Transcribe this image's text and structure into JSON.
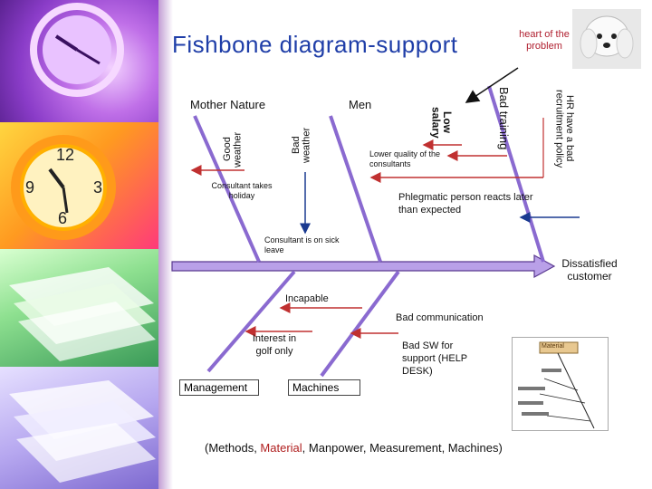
{
  "title": "Fishbone diagram-support",
  "head": "Dissatisfied customer",
  "heart_label": "heart of the problem",
  "categories": {
    "mother_nature": "Mother Nature",
    "men": "Men",
    "management": "Management",
    "machines": "Machines"
  },
  "causes": {
    "good_weather": "Good weather",
    "bad_weather": "Bad weather",
    "low_salary": "Low salary",
    "bad_training": "Bad training",
    "hr_policy": "HR have a bad recruitment policy",
    "lower_quality": "Lower quality of the consultants",
    "holiday": "Consultant takes holiday",
    "phlegmatic": "Phlegmatic person reacts later than expected",
    "sick_leave": "Consultant is on sick leave",
    "incapable": "Incapable",
    "bad_communication": "Bad communication",
    "golf": "Interest in golf only",
    "bad_sw": "Bad SW for support (HELP DESK)"
  },
  "footer": {
    "open": "(Methods, ",
    "material": "Material",
    "rest": ", Manpower, Measurement, Machines)"
  },
  "thumbnail": {
    "box_label": "Material"
  },
  "colors": {
    "title": "#1f3ea8",
    "spine": "#b9a0e8",
    "bone": "#c03030",
    "bone_blue": "#1a3a90",
    "material": "#b02020"
  }
}
